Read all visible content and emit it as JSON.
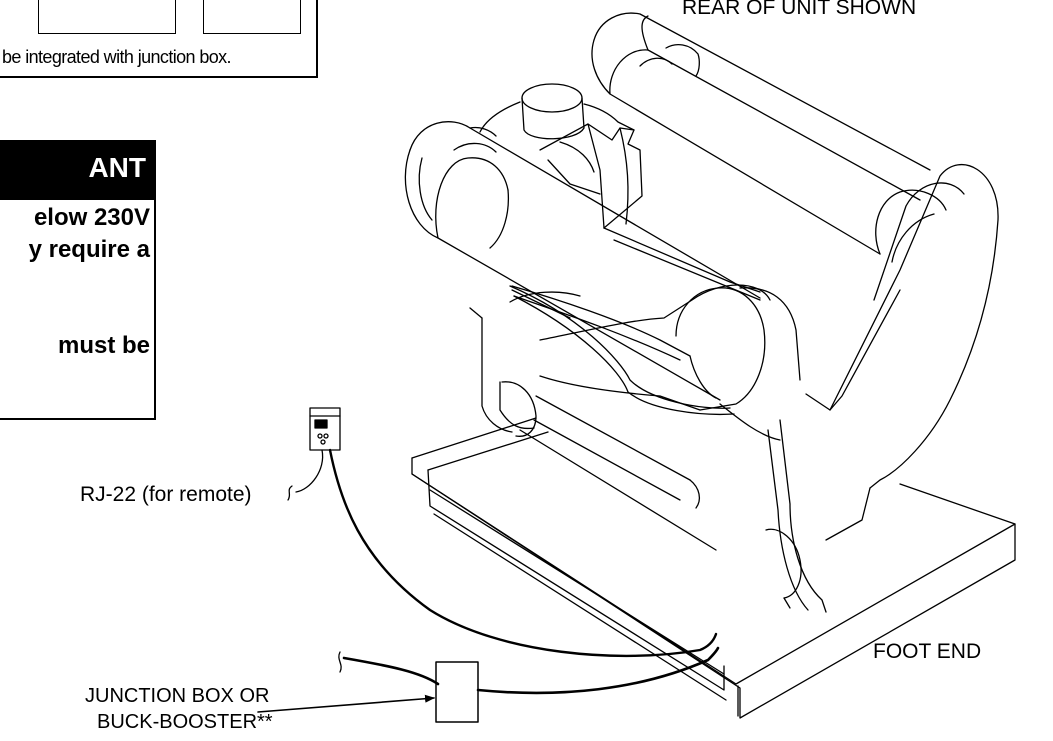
{
  "top_note": {
    "text": "be integrated with junction box."
  },
  "important_box": {
    "heading": "ANT",
    "lines": [
      "elow 230V",
      "y require a",
      "must   be"
    ]
  },
  "labels": {
    "rear": "REAR OF UNIT SHOWN",
    "foot": "FOOT END",
    "rj22": "RJ-22 (for remote)",
    "junction_line1": "JUNCTION BOX OR",
    "junction_line2": "BUCK-BOOSTER**"
  },
  "colors": {
    "line": "#000000",
    "background": "#ffffff",
    "heading_text": "#ffffff"
  }
}
